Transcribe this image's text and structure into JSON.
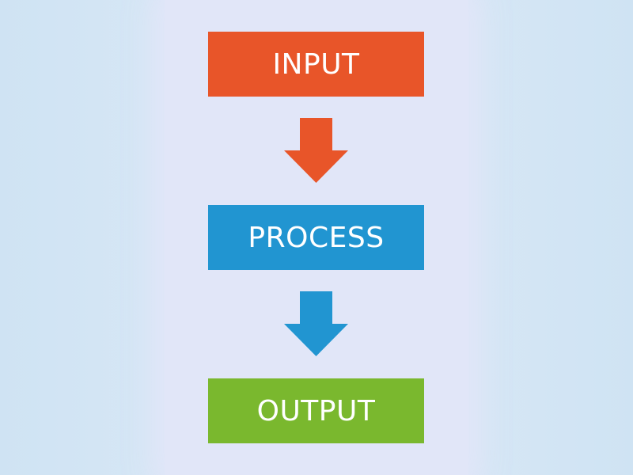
{
  "diagram": {
    "steps": [
      {
        "label": "INPUT",
        "color": "#e85529"
      },
      {
        "label": "PROCESS",
        "color": "#2195d1"
      },
      {
        "label": "OUTPUT",
        "color": "#7ab82e"
      }
    ],
    "arrows": [
      {
        "color": "#e85529"
      },
      {
        "color": "#2195d1"
      }
    ]
  }
}
